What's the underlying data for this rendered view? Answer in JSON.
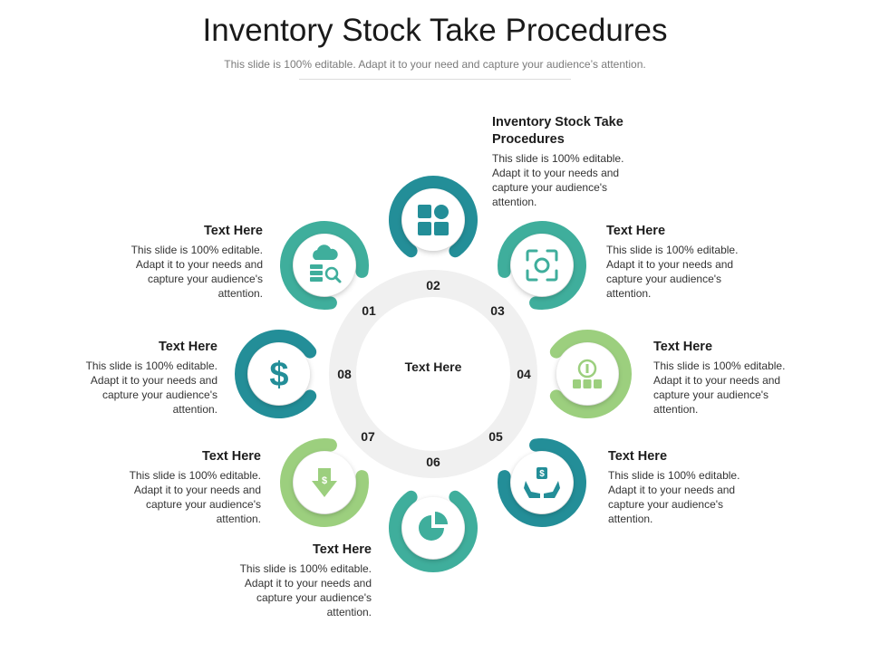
{
  "header": {
    "title": "Inventory Stock Take Procedures",
    "subtitle": "This slide is 100% editable. Adapt it to your need and capture your audience’s attention."
  },
  "center": {
    "label": "Text Here"
  },
  "colors": {
    "teal_dark": "#238e98",
    "teal": "#3fae9c",
    "green_light": "#9ccf7e",
    "ring_track": "#f0f0f0"
  },
  "steps": [
    {
      "number": "01",
      "title": "Text Here",
      "body": "This slide is 100% editable. Adapt it to your needs and capture your audience's attention.",
      "icon": "cloud-server-icon",
      "color": "teal"
    },
    {
      "number": "02",
      "title": "Inventory Stock Take Procedures",
      "body": "This slide is 100% editable. Adapt it to your needs and capture your audience's attention.",
      "icon": "dashboard-grid-icon",
      "color": "teal_dark"
    },
    {
      "number": "03",
      "title": "Text Here",
      "body": "This slide is 100% editable. Adapt it to your needs and capture your audience's attention.",
      "icon": "scan-focus-icon",
      "color": "teal"
    },
    {
      "number": "04",
      "title": "Text Here",
      "body": "This slide is 100% editable. Adapt it to your needs and capture your audience's attention.",
      "icon": "money-stack-icon",
      "color": "green_light"
    },
    {
      "number": "05",
      "title": "Text Here",
      "body": "This slide is 100% editable. Adapt it to your needs and capture your audience's attention.",
      "icon": "hand-dollar-icon",
      "color": "teal_dark"
    },
    {
      "number": "06",
      "title": "Text Here",
      "body": "This slide is 100% editable. Adapt it to your needs and capture your audience's attention.",
      "icon": "pie-chart-icon",
      "color": "teal"
    },
    {
      "number": "07",
      "title": "Text Here",
      "body": "This slide is 100% editable. Adapt it to your needs and capture your audience's attention.",
      "icon": "down-arrow-dollar-icon",
      "color": "green_light"
    },
    {
      "number": "08",
      "title": "Text Here",
      "body": "This slide is 100% editable. Adapt it to your needs and capture your audience's attention.",
      "icon": "dollar-sign-icon",
      "color": "teal_dark"
    }
  ]
}
